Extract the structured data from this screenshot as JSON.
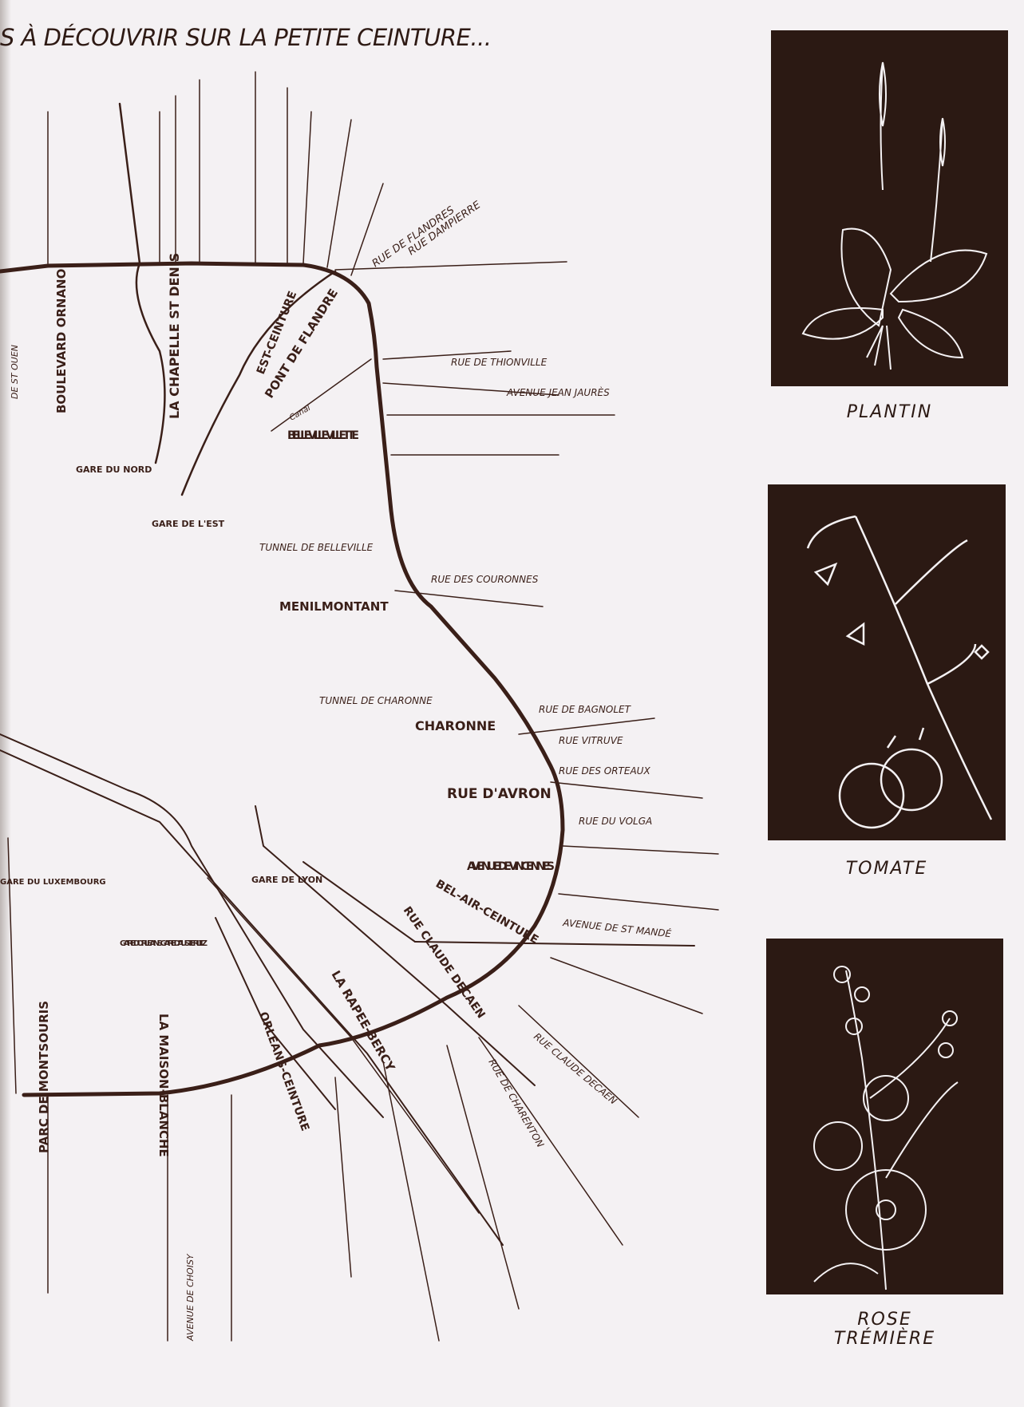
{
  "title": "S À DÉCOUVRIR SUR LA PETITE CEINTURE...",
  "map": {
    "stations": [
      "BOULEVARD ORNANO",
      "LA CHAPELLE ST DENIS",
      "EST-CEINTURE",
      "PONT DE FLANDRE",
      "BELLEVILLE VILLETTE",
      "MENILMONTANT",
      "CHARONNE",
      "RUE D'AVRON",
      "AVENUE DE VINCENNES",
      "BEL-AIR-CEINTURE",
      "RUE CLAUDE DECAEN",
      "LA RAPEE-BERCY",
      "ORLEANS-CEINTURE",
      "LA MAISON-BLANCHE",
      "PARC DE MONTSOURIS"
    ],
    "streets": [
      "RUE DE FLANDRES",
      "RUE DAMPIERRE",
      "RUE DE THIONVILLE",
      "AVENUE JEAN JAURÈS",
      "RUE DES COURONNES",
      "RUE DE BAGNOLET",
      "RUE VITRUVE",
      "RUE DES ORTEAUX",
      "RUE DU VOLGA",
      "AVENUE DE ST MANDÉ",
      "RUE CLAUDE DECAEN",
      "RUE DE CHARENTON",
      "AVENUE DE CHOISY",
      "DE ST OUEN"
    ],
    "gares": [
      "GARE DU NORD",
      "GARE DE L'EST",
      "GARE DE LYON",
      "GARE D'ORLEANS GARE D'AUSTERLITZ",
      "GARE DU LUXEMBOURG"
    ],
    "tunnels": [
      "TUNNEL DE BELLEVILLE",
      "TUNNEL DE CHARONNE"
    ],
    "canal": "Canal"
  },
  "plants": [
    {
      "name": "PLANTIN"
    },
    {
      "name": "TOMATE"
    },
    {
      "name": "ROSE",
      "name2": "TRÉMIÈRE"
    }
  ]
}
